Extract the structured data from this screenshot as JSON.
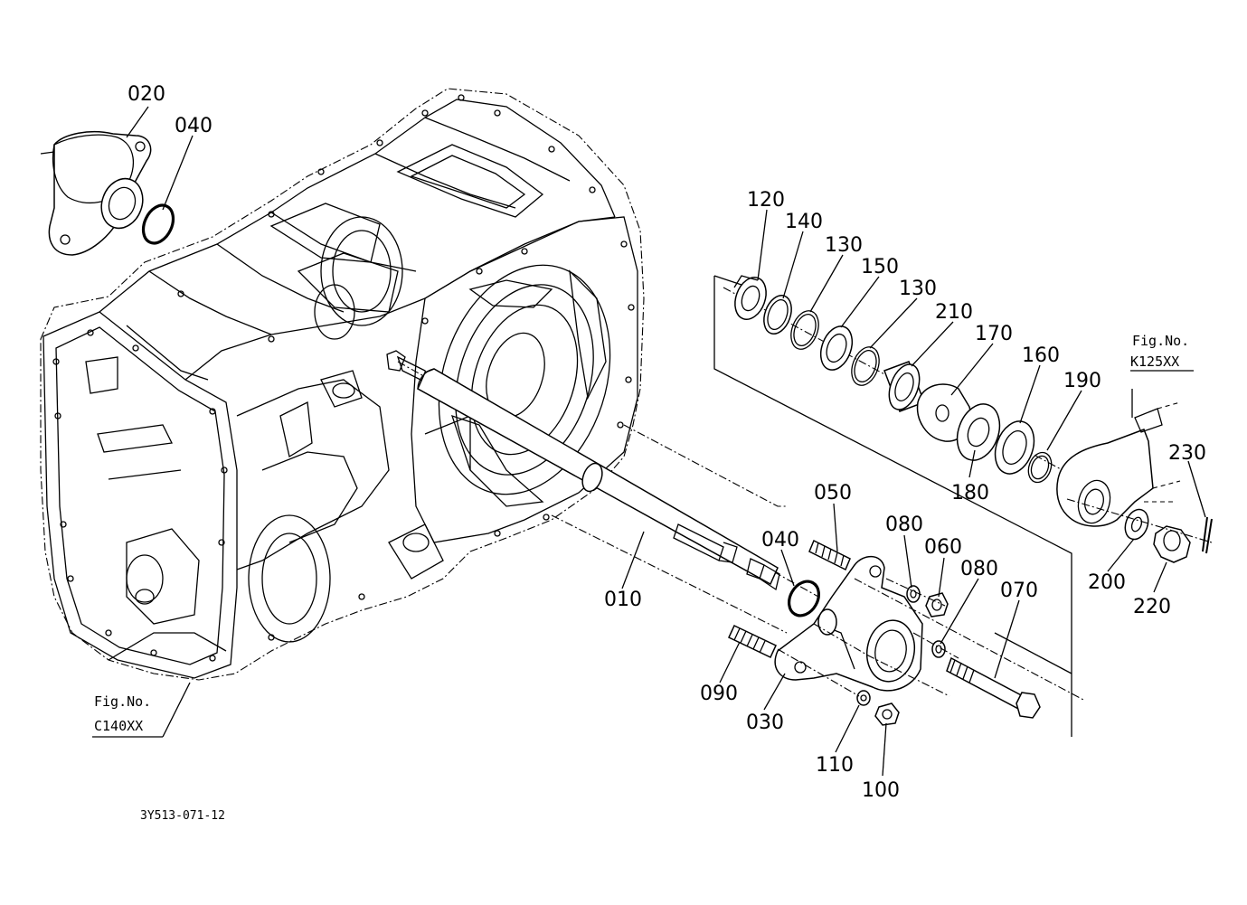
{
  "diagram": {
    "drawing_code": "3Y513-071-12",
    "references": [
      {
        "id": "c140",
        "line1": "Fig.No.",
        "line2": "C140XX"
      },
      {
        "id": "k125",
        "line1": "Fig.No.",
        "line2": "K125XX"
      }
    ],
    "callouts": [
      "020",
      "040",
      "120",
      "140",
      "130",
      "150",
      "130",
      "210",
      "170",
      "160",
      "190",
      "230",
      "050",
      "080",
      "060",
      "080",
      "070",
      "040",
      "010",
      "090",
      "030",
      "110",
      "100",
      "200",
      "220",
      "180"
    ]
  }
}
